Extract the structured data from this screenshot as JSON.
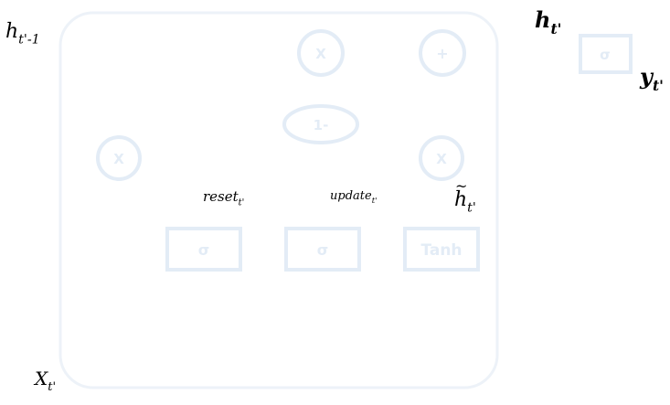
{
  "diagram": {
    "colors": {
      "shape": "#e8f0f8",
      "stroke": "#dbe6f2",
      "label": "#000000"
    },
    "ops": {
      "mult_top": "X",
      "add_top": "+",
      "one_minus": "1-",
      "mult_left": "X",
      "mult_right": "X"
    },
    "gates": {
      "sigma_left": "σ",
      "sigma_mid": "σ",
      "tanh": "Tanh",
      "sigma_output": "σ"
    },
    "labels": {
      "h_prev_main": "h",
      "h_prev_sub": "t'-1",
      "h_out_main": "h",
      "h_out_sub": "t'",
      "y_out_main": "y",
      "y_out_sub": "t'",
      "x_in_main": "X",
      "x_in_sub": "t'",
      "reset_main": "reset",
      "reset_sub": "t'",
      "update_main": "update",
      "update_sub": "t'",
      "hcand_main": "h",
      "hcand_sub": "t'"
    }
  }
}
